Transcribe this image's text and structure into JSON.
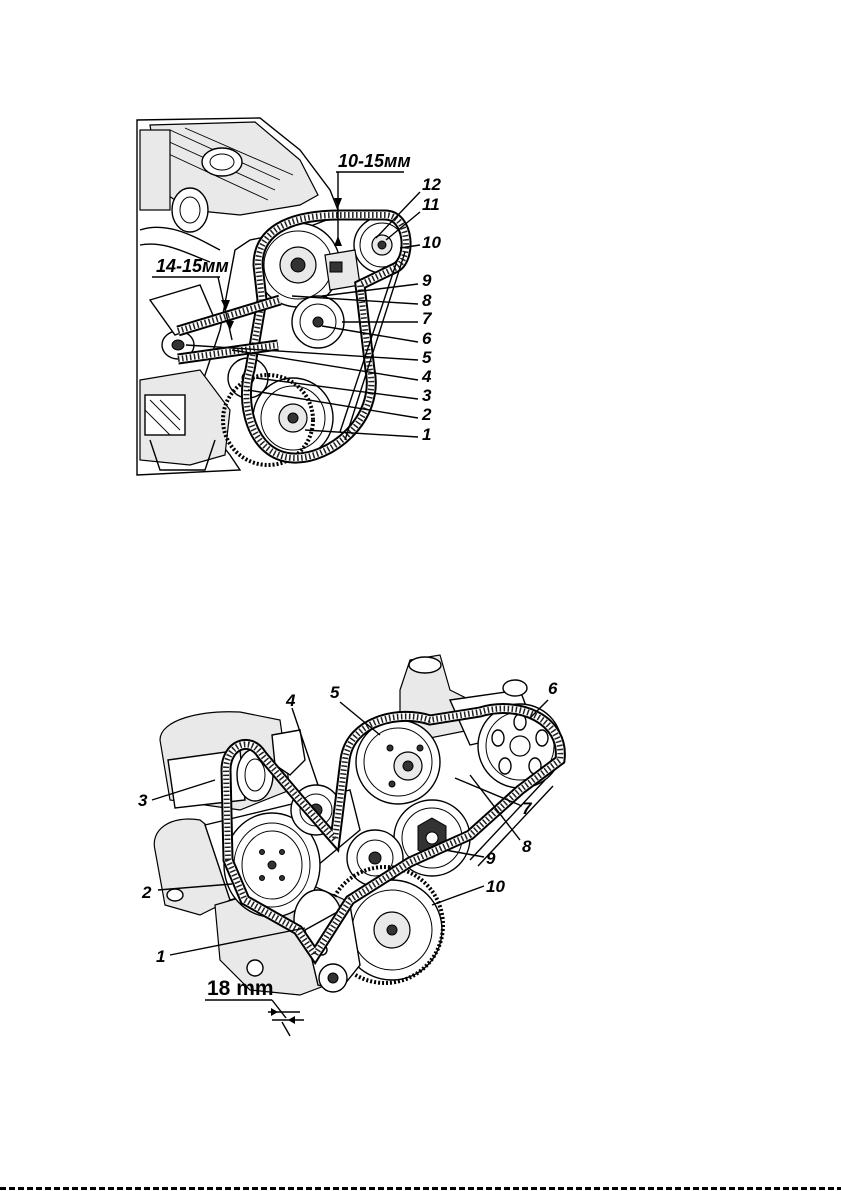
{
  "top_figure": {
    "dimension_upper": "10-15мм",
    "dimension_left": "14-15мм",
    "callouts": [
      "1",
      "2",
      "3",
      "4",
      "5",
      "6",
      "7",
      "8",
      "9",
      "10",
      "11",
      "12"
    ]
  },
  "bottom_figure": {
    "dimension": "18 mm",
    "callouts": [
      "1",
      "2",
      "3",
      "4",
      "5",
      "6",
      "7",
      "8",
      "9",
      "10"
    ]
  }
}
